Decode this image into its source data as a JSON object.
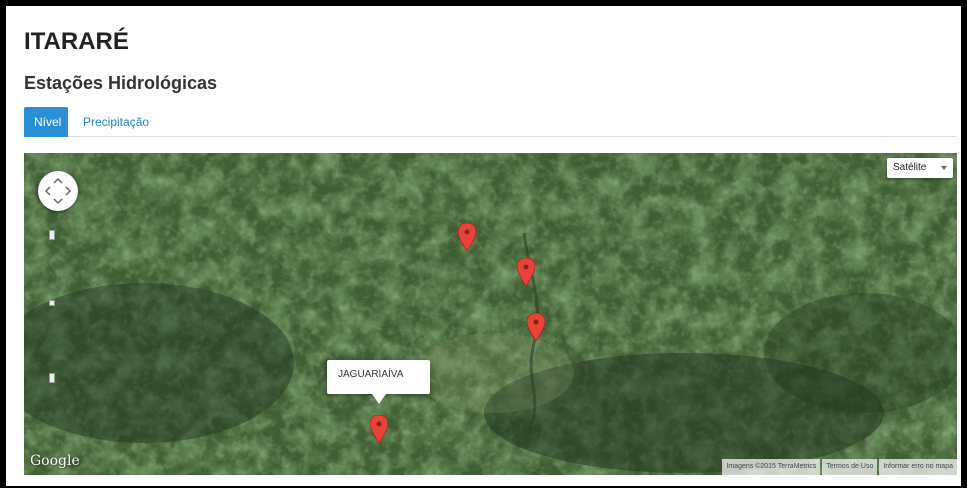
{
  "header": {
    "title": "ITARARÉ",
    "subtitle": "Estações Hidrológicas"
  },
  "tabs": [
    {
      "label": "Nível",
      "active": true
    },
    {
      "label": "Precipitação",
      "active": false
    }
  ],
  "map": {
    "type_selector": "Satélite",
    "info_window": "JAGUARIAÍVA",
    "logo": "Google",
    "attribution": {
      "imagery": "Imagens ©2015 TerraMetrics",
      "terms": "Termos de Uso",
      "report": "Informar erro no mapa"
    },
    "marker_color": "#e8433b"
  },
  "colors": {
    "accent": "#2b8fd8",
    "link": "#1a87c9"
  }
}
